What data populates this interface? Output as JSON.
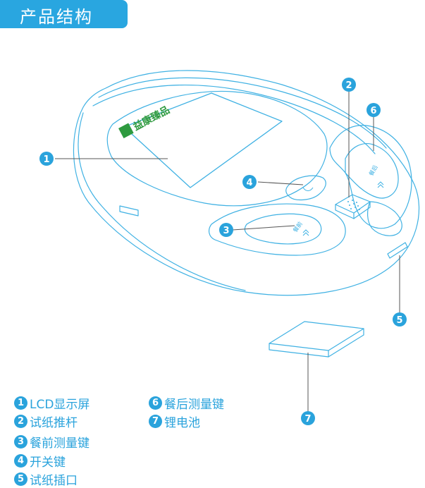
{
  "header": {
    "title": "产品结构"
  },
  "device": {
    "brand_logo_text": "益康臻品",
    "before_meal_button_text": "餐前",
    "after_meal_button_text": "餐后"
  },
  "callouts": [
    "1",
    "2",
    "3",
    "4",
    "5",
    "6",
    "7"
  ],
  "legend": {
    "items": [
      {
        "num": "1",
        "label": "LCD显示屏"
      },
      {
        "num": "2",
        "label": "试纸推杆"
      },
      {
        "num": "3",
        "label": "餐前测量键"
      },
      {
        "num": "4",
        "label": "开关键"
      },
      {
        "num": "5",
        "label": "试纸插口"
      },
      {
        "num": "6",
        "label": "餐后测量键"
      },
      {
        "num": "7",
        "label": "锂电池"
      }
    ]
  },
  "colors": {
    "accent": "#29a6e0",
    "line": "#3fb1e3",
    "brand_green": "#2e9a3f"
  }
}
